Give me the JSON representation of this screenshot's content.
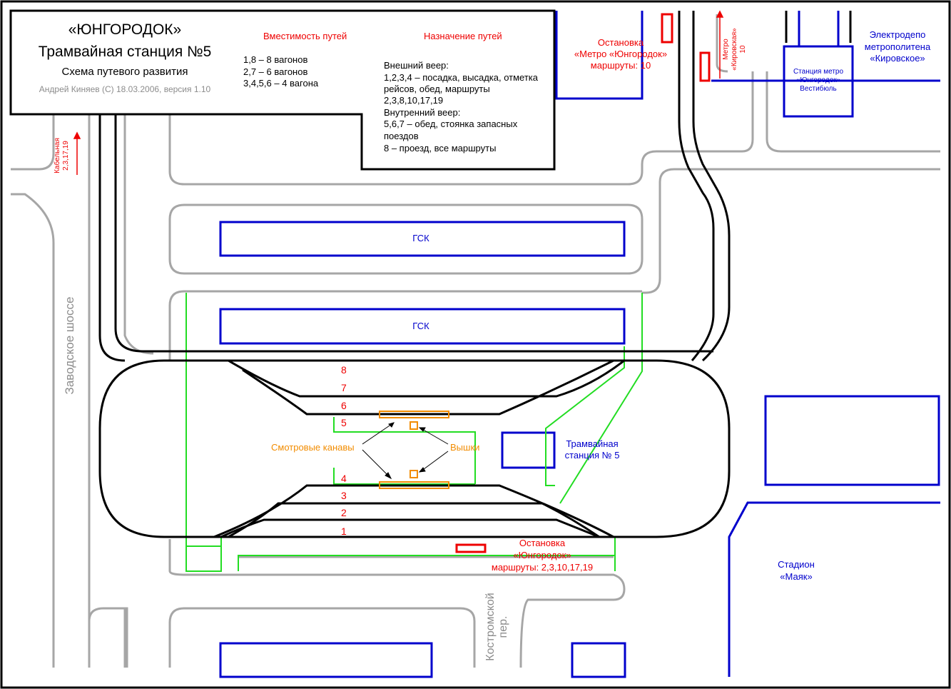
{
  "header": {
    "title_name": "«ЮНГОРОДОК»",
    "title_station": "Трамвайная станция №5",
    "subtitle": "Схема путевого развития",
    "author": "Андрей Киняев (С) 18.03.2006, версия 1.10"
  },
  "legend": {
    "capacity_heading": "Вместимость путей",
    "capacity_lines": [
      "1,8 – 8 вагонов",
      "2,7 – 6 вагонов",
      "3,4,5,6 – 4 вагона"
    ],
    "purpose_heading": "Назначение путей",
    "purpose_lines": [
      "Внешний веер:",
      "1,2,3,4 – посадка, высадка, отметка",
      "рейсов, обед, маршруты",
      "2,3,8,10,17,19",
      "Внутренний веер:",
      "5,6,7 – обед, стоянка запасных",
      "поездов",
      "8 – проезд, все маршруты"
    ]
  },
  "stops": {
    "metro_stop": [
      "Остановка",
      "«Метро «Юнгородок»",
      "маршруты: 10"
    ],
    "yungorodok_stop": [
      "Остановка",
      "«Юнгородок»",
      "маршруты: 2,3,10,17,19"
    ]
  },
  "directions": {
    "kabelnaya": [
      "Кабельная",
      "2,3,17,19"
    ],
    "metro_kirovskaya": [
      "Метро",
      "«Кировская»",
      "10"
    ]
  },
  "buildings": {
    "depot": [
      "Электродепо",
      "метрополитена",
      "«Кировское»"
    ],
    "metro_station": [
      "Станция метро",
      "«Юнгородок»",
      "Вестибюль"
    ],
    "gsk_top": "ГСК",
    "gsk_bottom": "ГСК",
    "tram_station": [
      "Трамвайная",
      "станция № 5"
    ],
    "stadium": [
      "Стадион",
      "«Маяк»"
    ]
  },
  "streets": {
    "zavodskoe": "Заводское шоссе",
    "kostromskoy": [
      "Костромской",
      "пер."
    ]
  },
  "tracks": {
    "numbers": [
      "8",
      "7",
      "6",
      "5",
      "4",
      "3",
      "2",
      "1"
    ]
  },
  "features": {
    "pits": "Смотровые канавы",
    "towers": "Вышки"
  },
  "colors": {
    "track": "#000000",
    "road": "#a6a6a6",
    "building": "#0000cc",
    "green_lines": "#22dd22",
    "stop": "#ee0000",
    "pit": "#f28c00",
    "text_red": "#ee0000"
  }
}
